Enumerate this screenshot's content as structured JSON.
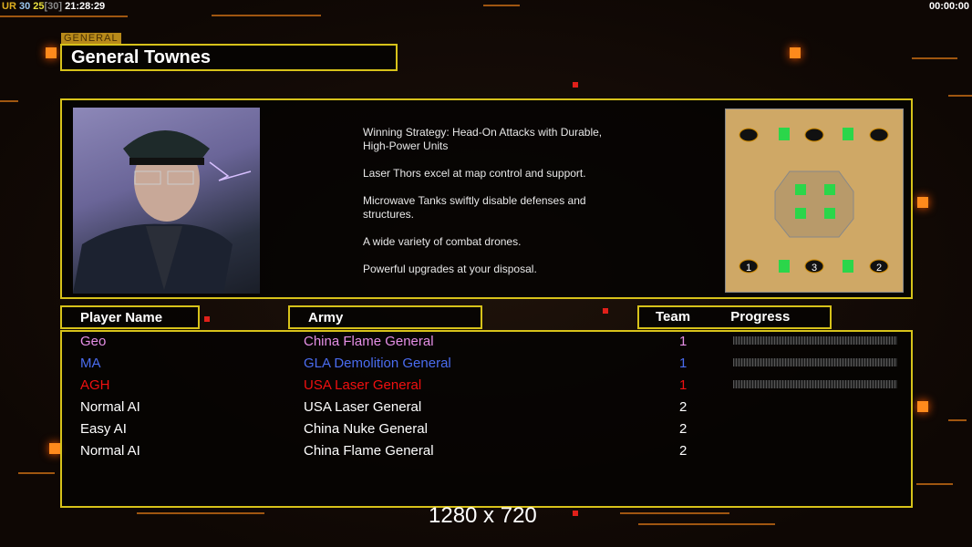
{
  "hud": {
    "ur": "UR",
    "fps": "30",
    "fps2": "25",
    "fps_cap": "[30]",
    "clock": "21:28:29",
    "timer": "00:00:00"
  },
  "general": {
    "tag": "GENERAL",
    "name": "General Townes"
  },
  "description": [
    "Winning Strategy: Head-On Attacks with Durable,\n High-Power Units",
    "Laser Thors excel at map control and support.",
    "Microwave Tanks swiftly disable defenses and\n structures.",
    "A wide variety of combat drones.",
    "Powerful upgrades at your disposal."
  ],
  "map": {
    "slots": [
      "1",
      "3",
      "2"
    ]
  },
  "headers": {
    "player": "Player Name",
    "army": "Army",
    "team": "Team",
    "progress": "Progress"
  },
  "players": [
    {
      "name": "Geo",
      "army": "China Flame General",
      "team": "1",
      "color": "#e58fe6",
      "progress": 0
    },
    {
      "name": "MA",
      "army": "GLA Demolition General",
      "team": "1",
      "color": "#4a6cf0",
      "progress": 0
    },
    {
      "name": "AGH",
      "army": "USA Laser General",
      "team": "1",
      "color": "#f01010",
      "progress": 0
    },
    {
      "name": "Normal AI",
      "army": "USA Laser General",
      "team": "2",
      "color": "#ffffff"
    },
    {
      "name": "Easy AI",
      "army": "China Nuke General",
      "team": "2",
      "color": "#ffffff"
    },
    {
      "name": "Normal AI",
      "army": "China Flame General",
      "team": "2",
      "color": "#ffffff"
    }
  ],
  "resolution": "1280 x 720"
}
